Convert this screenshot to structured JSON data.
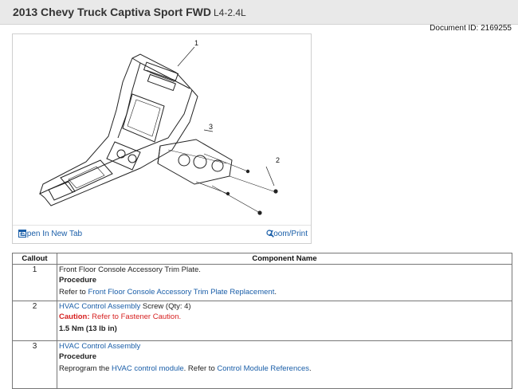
{
  "header": {
    "title": "2013 Chevy Truck Captiva Sport FWD",
    "engine": "L4-2.4L"
  },
  "document": {
    "id_text": "Document ID: 2169255"
  },
  "figure": {
    "callouts": [
      "1",
      "2",
      "3"
    ],
    "open_tab_label": "Open In New Tab",
    "open_tab_icon": "external-window-icon",
    "zoom_label": "Zoom/Print",
    "zoom_icon": "magnifier-icon"
  },
  "table": {
    "headers": {
      "callout": "Callout",
      "component": "Component Name"
    },
    "rows": [
      {
        "callout": "1",
        "name": "Front Floor Console Accessory Trim Plate.",
        "procedure_label": "Procedure",
        "refer_prefix": "Refer to ",
        "refer_link": "Front Floor Console Accessory Trim Plate Replacement",
        "refer_suffix": "."
      },
      {
        "callout": "2",
        "name_link": "HVAC Control Assembly",
        "name_suffix": " Screw (Qty: 4)",
        "caution_label": "Caution:",
        "caution_text": " Refer to Fastener Caution.",
        "torque": "1.5 Nm (13 lb in)"
      },
      {
        "callout": "3",
        "name_link": "HVAC Control Assembly",
        "procedure_label": "Procedure",
        "text_prefix": "Reprogram the ",
        "link1": "HVAC control module",
        "text_mid": ". Refer to ",
        "link2": "Control Module References",
        "text_suffix": "."
      }
    ]
  }
}
